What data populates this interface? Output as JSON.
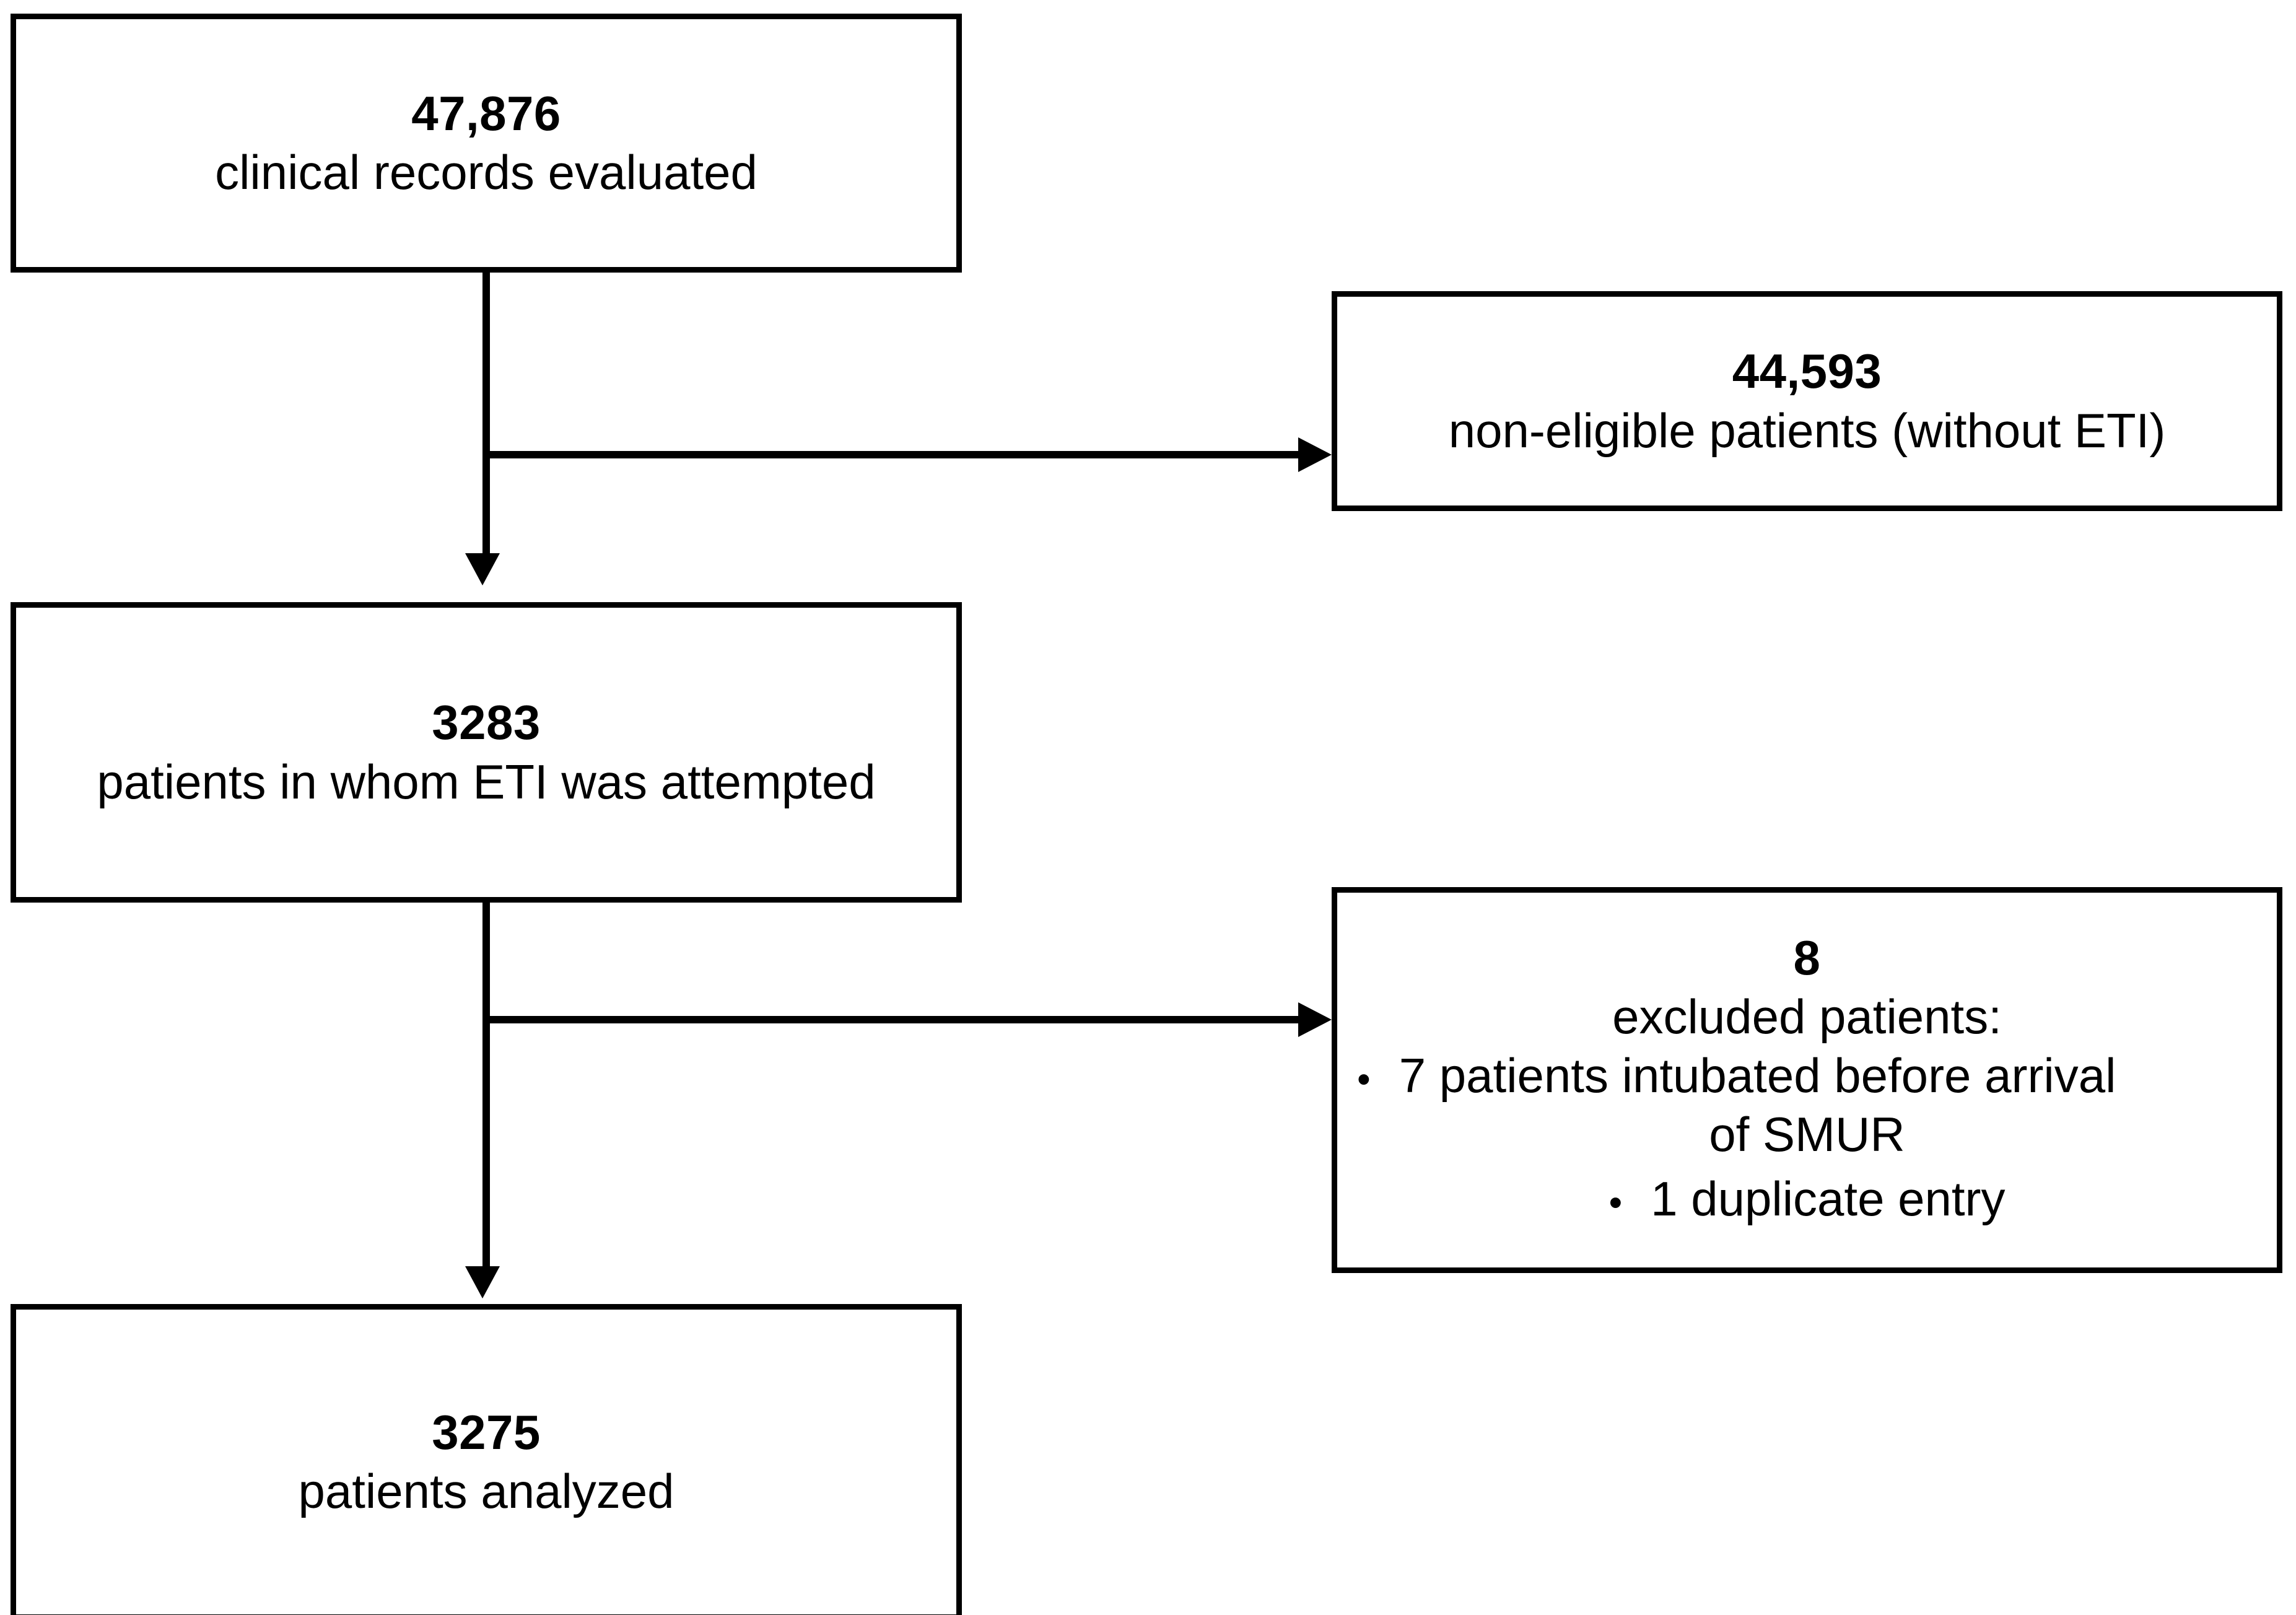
{
  "diagram": {
    "type": "flowchart",
    "title": "",
    "nodes": [
      {
        "id": "evaluated",
        "count": "47,876",
        "desc": "clinical records evaluated"
      },
      {
        "id": "non_eligible",
        "count": "44,593",
        "desc": "non-eligible patients (without ETI)"
      },
      {
        "id": "attempted",
        "count": "3283",
        "desc": "patients in whom ETI was attempted"
      },
      {
        "id": "excluded",
        "count": "8",
        "desc": "excluded patients:",
        "bullets": [
          {
            "marker": "•",
            "text": "7 patients intubated before arrival",
            "continuation": "of SMUR"
          },
          {
            "marker": "•",
            "text": "1 duplicate entry"
          }
        ]
      },
      {
        "id": "analyzed",
        "count": "3275",
        "desc": "patients analyzed"
      }
    ],
    "colors": {
      "stroke": "#000000",
      "fill": "#ffffff",
      "text": "#000000"
    }
  }
}
